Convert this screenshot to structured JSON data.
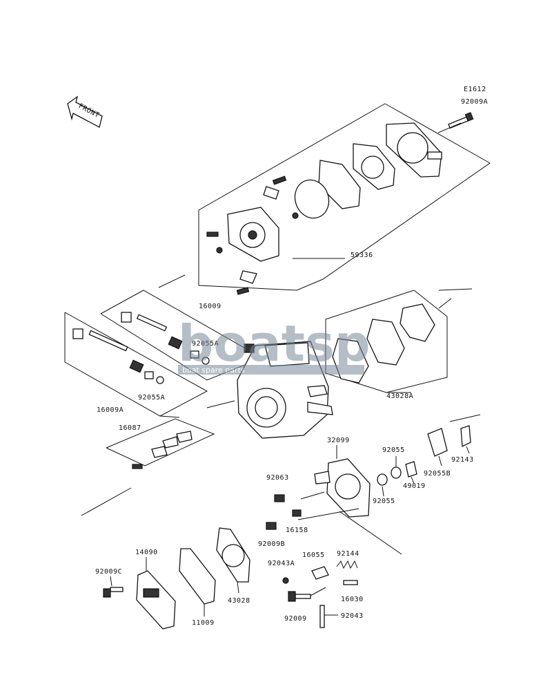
{
  "diagram": {
    "code": "E1612",
    "front_label": "FRONT",
    "part_labels": {
      "p92009A": "92009A",
      "p59336": "59336",
      "p16009": "16009",
      "p92055A_top": "92055A",
      "p92055A_bot": "92055A",
      "p16009A": "16009A",
      "p43028A": "43028A",
      "p16087": "16087",
      "p32099": "32099",
      "p92055_top": "92055",
      "p92055_bot": "92055",
      "p49019": "49019",
      "p92055B": "92055B",
      "p92143": "92143",
      "p92063": "92063",
      "p16158": "16158",
      "p92009B": "92009B",
      "p92144": "92144",
      "p92043A": "92043A",
      "p16055": "16055",
      "p16030": "16030",
      "p92009": "92009",
      "p92043": "92043",
      "p14090": "14090",
      "p92009C": "92009C",
      "p11009": "11009",
      "p43028": "43028"
    }
  },
  "watermark": {
    "logo_text": "boatsp",
    "tagline": "boat spare parts"
  },
  "colors": {
    "line": "#111111",
    "watermark": "#7a8a9a"
  }
}
